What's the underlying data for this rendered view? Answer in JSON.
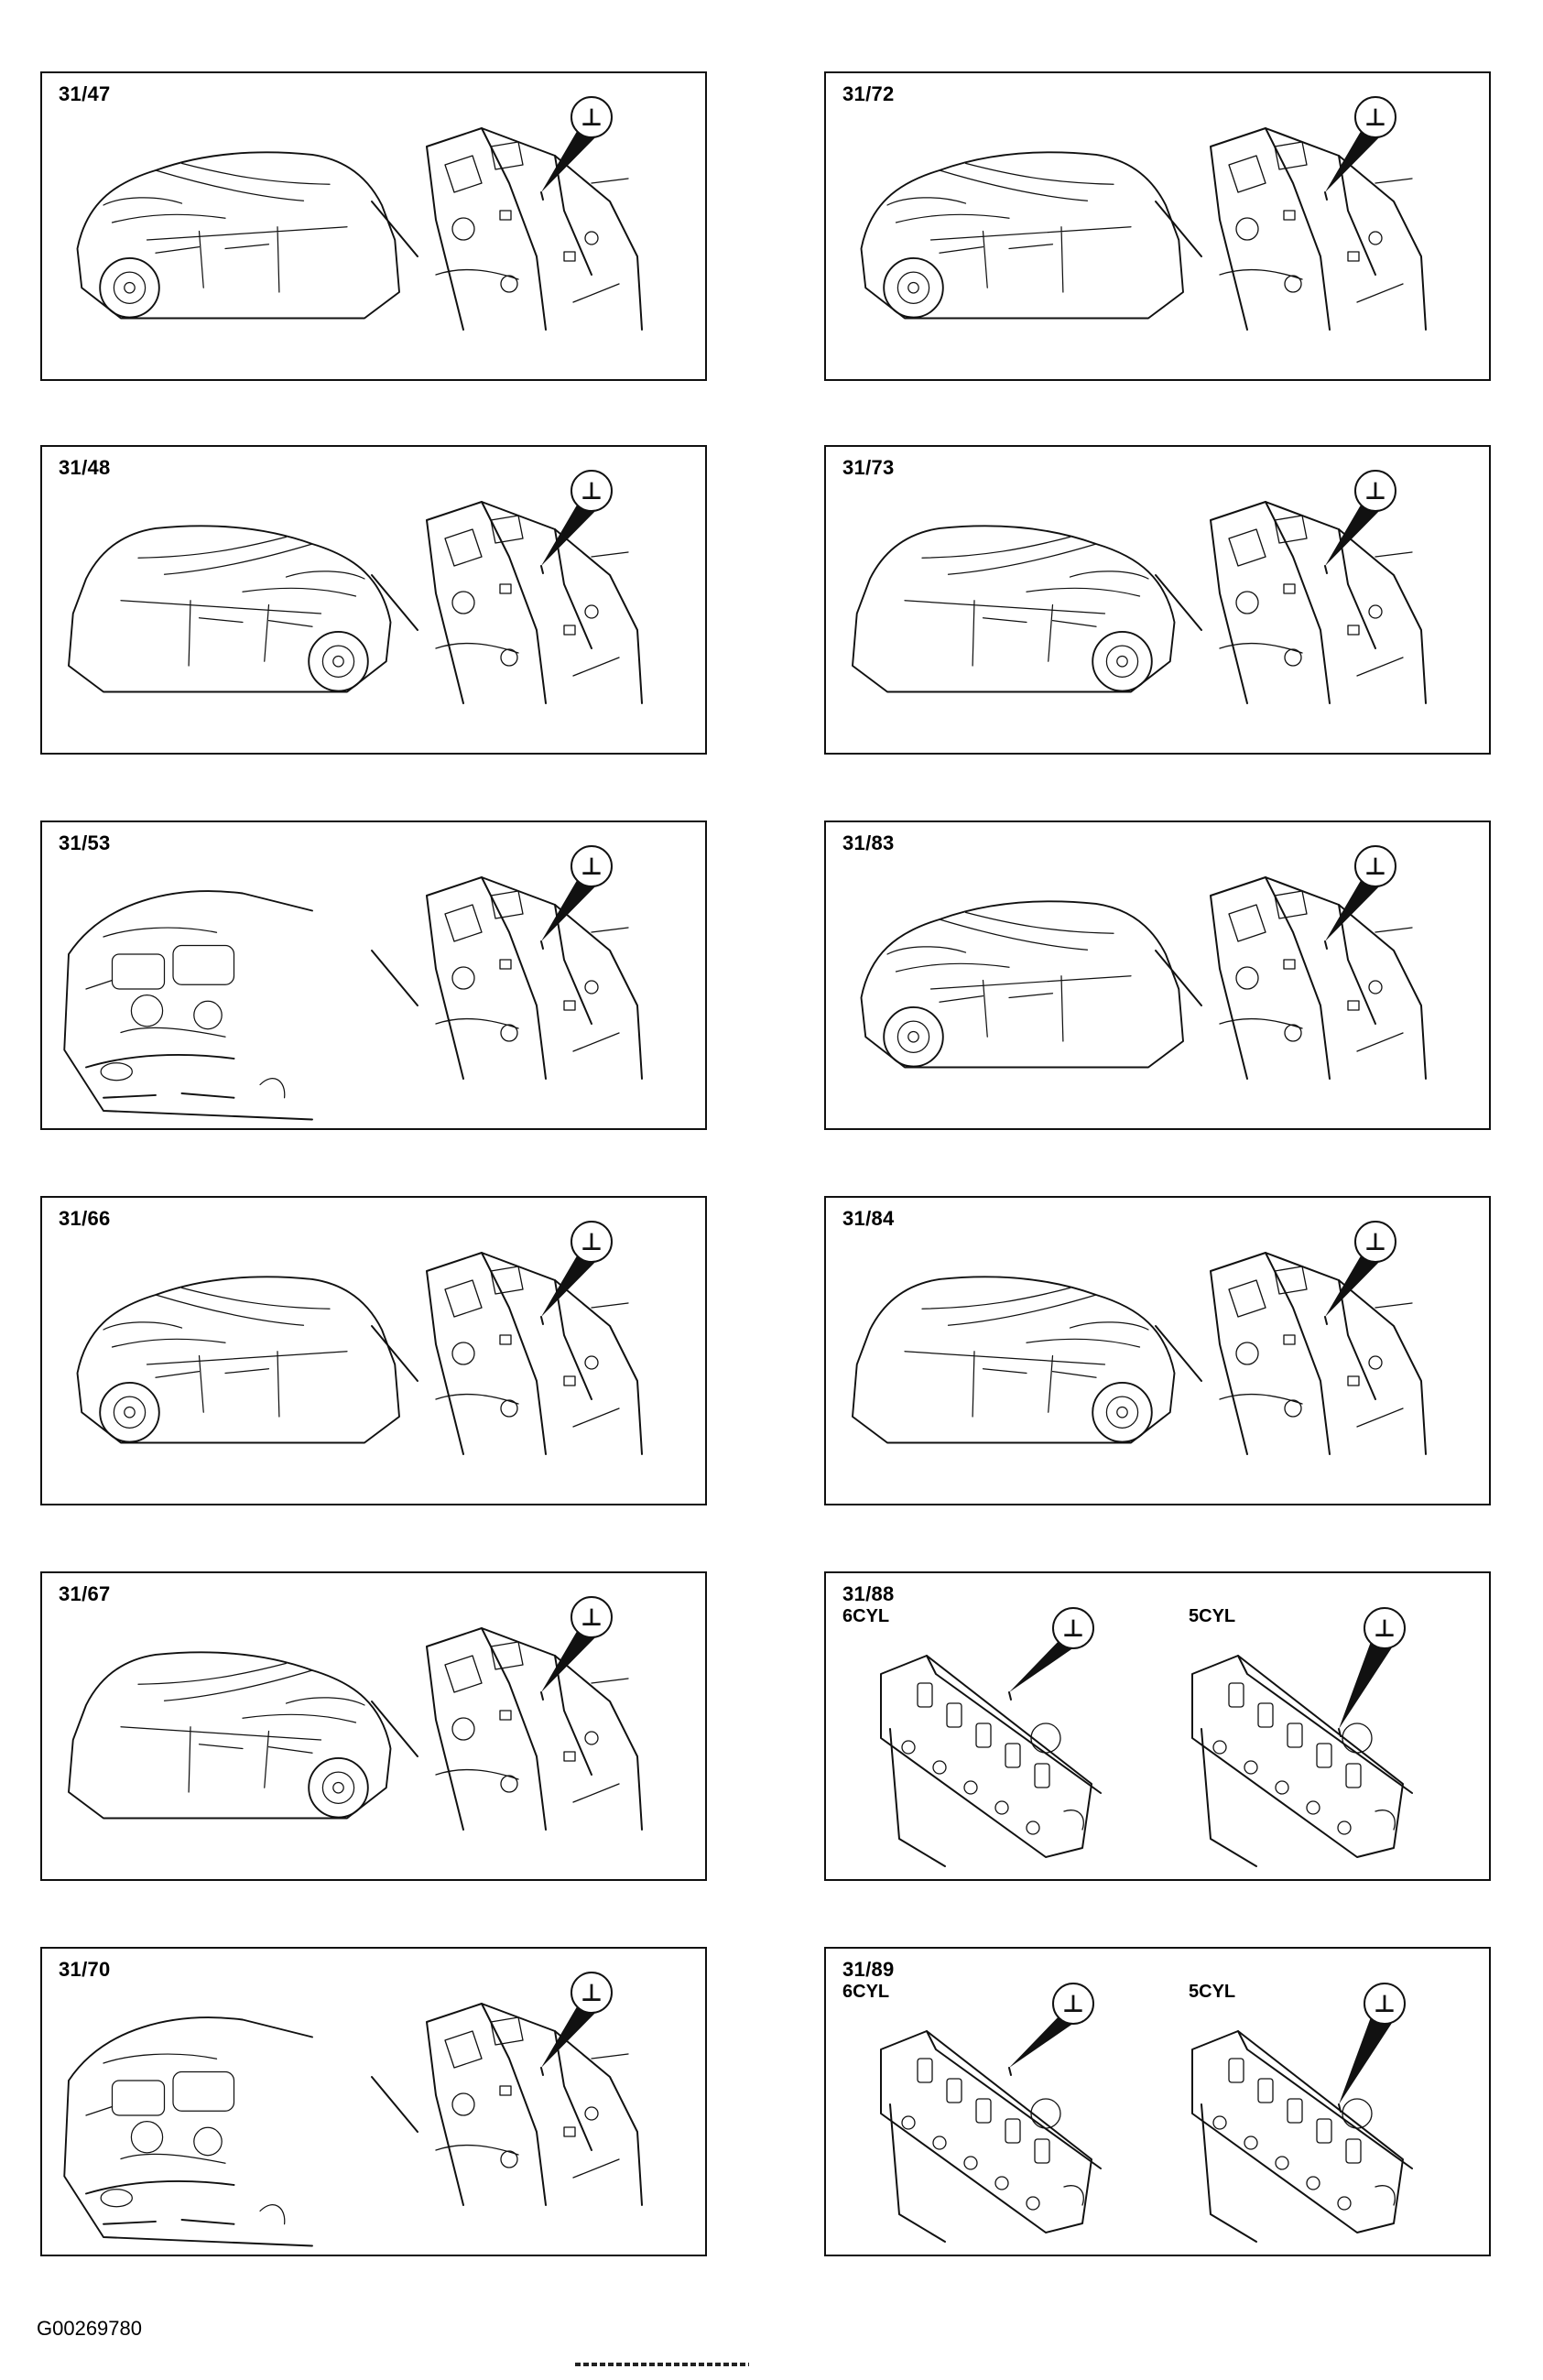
{
  "document": {
    "id": "G00269780"
  },
  "ground_symbol": "⊥",
  "panels": [
    {
      "label": "31/47",
      "scene": "car-left-side"
    },
    {
      "label": "31/72",
      "scene": "car-left-side"
    },
    {
      "label": "31/48",
      "scene": "car-right-side"
    },
    {
      "label": "31/73",
      "scene": "car-right-side"
    },
    {
      "label": "31/53",
      "scene": "engine-bay"
    },
    {
      "label": "31/83",
      "scene": "car-front"
    },
    {
      "label": "31/66",
      "scene": "car-left-roof"
    },
    {
      "label": "31/84",
      "scene": "car-rear-wheel"
    },
    {
      "label": "31/67",
      "scene": "car-right-side"
    },
    {
      "label": "31/88",
      "scene": "engine-cylinders",
      "left_text": "6CYL",
      "right_text": "5CYL"
    },
    {
      "label": "31/70",
      "scene": "engine-bay"
    },
    {
      "label": "31/89",
      "scene": "engine-cylinders",
      "left_text": "6CYL",
      "right_text": "5CYL"
    }
  ]
}
